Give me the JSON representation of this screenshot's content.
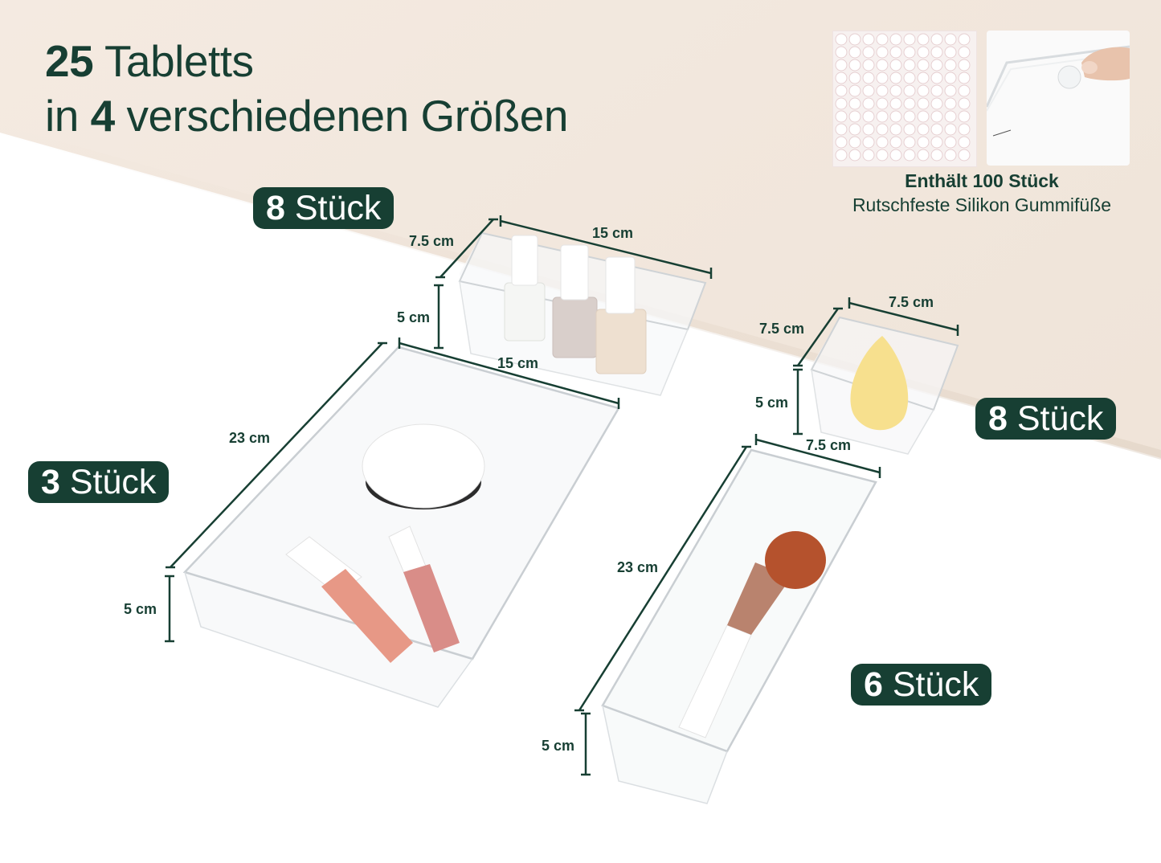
{
  "headline": {
    "line1_bold": "25",
    "line1_rest": " Tabletts",
    "line2_pre": "in ",
    "line2_bold": "4",
    "line2_rest": " verschiedenen Größen"
  },
  "accessory": {
    "title": "Enthält 100 Stück",
    "subtitle": "Rutschfeste Silikon Gummifüße",
    "images": [
      "silicone-feet-sheet",
      "tray-corner-with-foot"
    ]
  },
  "trays": [
    {
      "id": "small-rect",
      "count_bold": "8",
      "count_label": " Stück",
      "dimensions": {
        "length": "15 cm",
        "width": "7.5 cm",
        "height": "5 cm"
      },
      "contents": "nail polish bottles"
    },
    {
      "id": "large-rect",
      "count_bold": "3",
      "count_label": " Stück",
      "dimensions": {
        "length": "23 cm",
        "width": "15 cm",
        "height": "5 cm"
      },
      "contents": "compact and lip glosses"
    },
    {
      "id": "square",
      "count_bold": "8",
      "count_label": " Stück",
      "dimensions": {
        "length": "7.5 cm",
        "width": "7.5 cm",
        "height": "5 cm"
      },
      "contents": "makeup sponge"
    },
    {
      "id": "long-narrow",
      "count_bold": "6",
      "count_label": " Stück",
      "dimensions": {
        "length": "23 cm",
        "width": "7.5 cm",
        "height": "5 cm"
      },
      "contents": "makeup brush"
    }
  ],
  "colors": {
    "brand_green": "#173f33",
    "wall_beige": "#f3e8de",
    "surface_white": "#ffffff"
  }
}
